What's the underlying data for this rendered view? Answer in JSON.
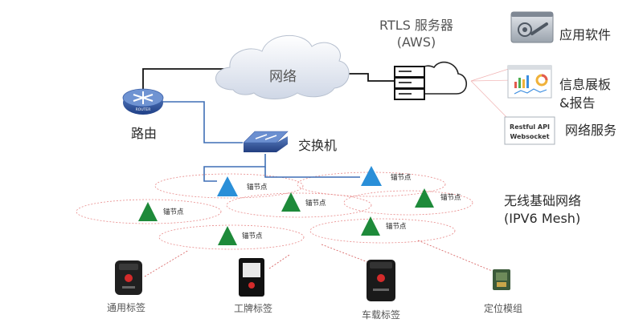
{
  "cloud": {
    "label": "网络"
  },
  "server": {
    "title_line1": "RTLS 服务器",
    "title_line2": "(AWS)"
  },
  "router": {
    "label": "路由",
    "badge": "ROUTER"
  },
  "switch": {
    "label": "交换机"
  },
  "services": [
    {
      "label": "应用软件"
    },
    {
      "label_line1": "信息展板",
      "label_line2": "&报告"
    },
    {
      "label": "网络服务",
      "box_line1": "Restful API",
      "box_line2": "Websocket"
    }
  ],
  "mesh": {
    "label_line1": "无线基础网络",
    "label_line2": "(IPV6 Mesh)"
  },
  "anchors": [
    {
      "label": "锚节点"
    },
    {
      "label": "锚节点"
    },
    {
      "label": "锚节点"
    },
    {
      "label": "锚节点"
    },
    {
      "label": "锚节点"
    },
    {
      "label": "锚节点"
    },
    {
      "label": "锚节点"
    }
  ],
  "tags": [
    {
      "label": "通用标签"
    },
    {
      "label": "工牌标签"
    },
    {
      "label": "车载标签"
    },
    {
      "label": "定位模组"
    }
  ],
  "colors": {
    "blue_anchor": "#2a8fd8",
    "green_anchor": "#1e8a3a",
    "link_blue": "#3f6fb5",
    "dash_red": "#e88a8a"
  }
}
